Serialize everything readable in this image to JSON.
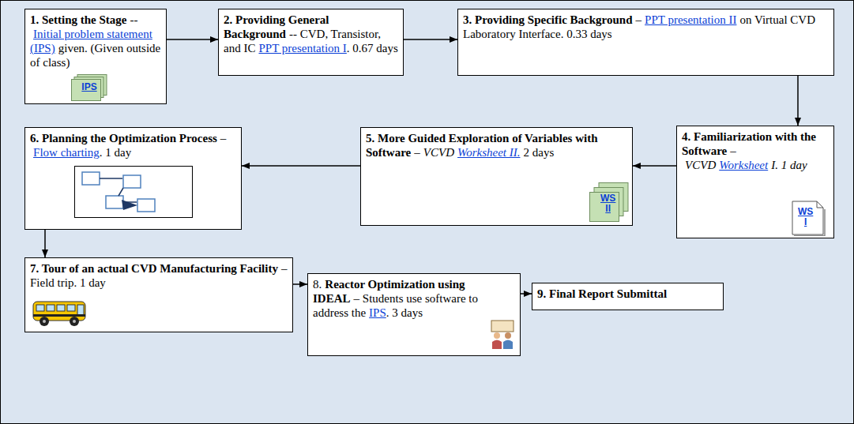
{
  "diagram": {
    "nodes": [
      {
        "text": [
          "1. Setting the Stage",
          "--",
          "Initial problem statement (IPS)",
          "given. (Given outside of class)",
          "IPS"
        ]
      },
      {
        "text": [
          "2. Providing General Background",
          "-- CVD, Transistor, and IC",
          "PPT presentation I",
          ". 0.67 days"
        ]
      },
      {
        "text": [
          "3. Providing Specific Background",
          "–",
          "PPT presentation II",
          "on Virtual CVD Laboratory Interface. 0.33 days"
        ]
      },
      {
        "text": [
          "4. Familiarization with the Software",
          "–",
          "VCVD",
          "Worksheet",
          "I. 1 day",
          "WS I"
        ]
      },
      {
        "text": [
          "5. More Guided Exploration of Variables with Software",
          "–",
          "VCVD",
          "Worksheet II.",
          "2 days",
          "WS II"
        ]
      },
      {
        "text": [
          "6. Planning the Optimization Process",
          "–",
          "Flow charting",
          ". 1 day"
        ]
      },
      {
        "text": [
          "7. Tour of an actual CVD Manufacturing Facility",
          "– Field trip. 1 day"
        ]
      },
      {
        "text": [
          "8.",
          "Reactor Optimization using IDEAL",
          "– Students use software to address the",
          "IPS",
          ". 3 days"
        ]
      },
      {
        "text": [
          "9. Final Report Submittal"
        ]
      }
    ],
    "edges": [
      {
        "from": 0,
        "to": 1,
        "arrow": "to"
      },
      {
        "from": 1,
        "to": 2,
        "arrow": "to"
      },
      {
        "from": 2,
        "to": 3,
        "arrow": "to"
      },
      {
        "from": 3,
        "to": 4,
        "arrow": "to"
      },
      {
        "from": 4,
        "to": 5,
        "arrow": "to"
      },
      {
        "from": 5,
        "to": 6,
        "arrow": "to"
      },
      {
        "from": 6,
        "to": 7,
        "arrow": "to"
      },
      {
        "from": 7,
        "to": 8,
        "arrow": "to"
      }
    ]
  }
}
